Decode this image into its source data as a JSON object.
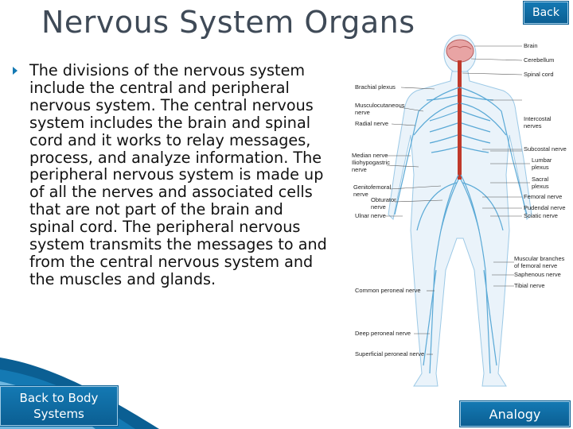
{
  "slide": {
    "title": "Nervous System Organs",
    "bullet": "The divisions of the nervous system include the central and peripheral nervous system. The central nervous system includes the brain and spinal cord and it works to relay messages, process, and analyze information. The peripheral nervous system is made up of all the nerves and associated cells that are not part of the brain and spinal cord. The peripheral nervous system transmits the messages to and from the central nervous system and the muscles and glands."
  },
  "nav": {
    "back": "Back",
    "back_to_body": "Back to Body Systems",
    "analogy": "Analogy"
  },
  "diagram": {
    "labels_left": {
      "brachial": "Brachial plexus",
      "musculo": "Musculocutaneous",
      "musculo2": "nerve",
      "radial": "Radial nerve",
      "median": "Median nerve",
      "ilio": "Iliohypogastric",
      "ilio2": "nerve",
      "genito": "Genitofemoral",
      "genito2": "nerve",
      "obturator": "Obturator",
      "obturator2": "nerve",
      "ulnar": "Ulnar nerve",
      "common": "Common peroneal nerve",
      "deep": "Deep peroneal nerve",
      "superficial": "Superficial peroneal nerve"
    },
    "labels_right": {
      "brain": "Brain",
      "cerebellum": "Cerebellum",
      "spinal": "Spinal cord",
      "intercostal": "Intercostal",
      "intercostal2": "nerves",
      "subcostal": "Subcostal nerve",
      "lumbar": "Lumbar",
      "lumbar2": "plexus",
      "sacral": "Sacral",
      "sacral2": "plexus",
      "femoral": "Femoral nerve",
      "pudendal": "Pudendal nerve",
      "sciatic": "Sciatic nerve",
      "muscular": "Muscular branches",
      "muscular2": "of femoral nerve",
      "saphenous": "Saphenous nerve",
      "tibial": "Tibial nerve"
    }
  },
  "colors": {
    "accent": "#1479b3",
    "nerve": "#5aa9d6",
    "spinal": "#c0392b"
  }
}
